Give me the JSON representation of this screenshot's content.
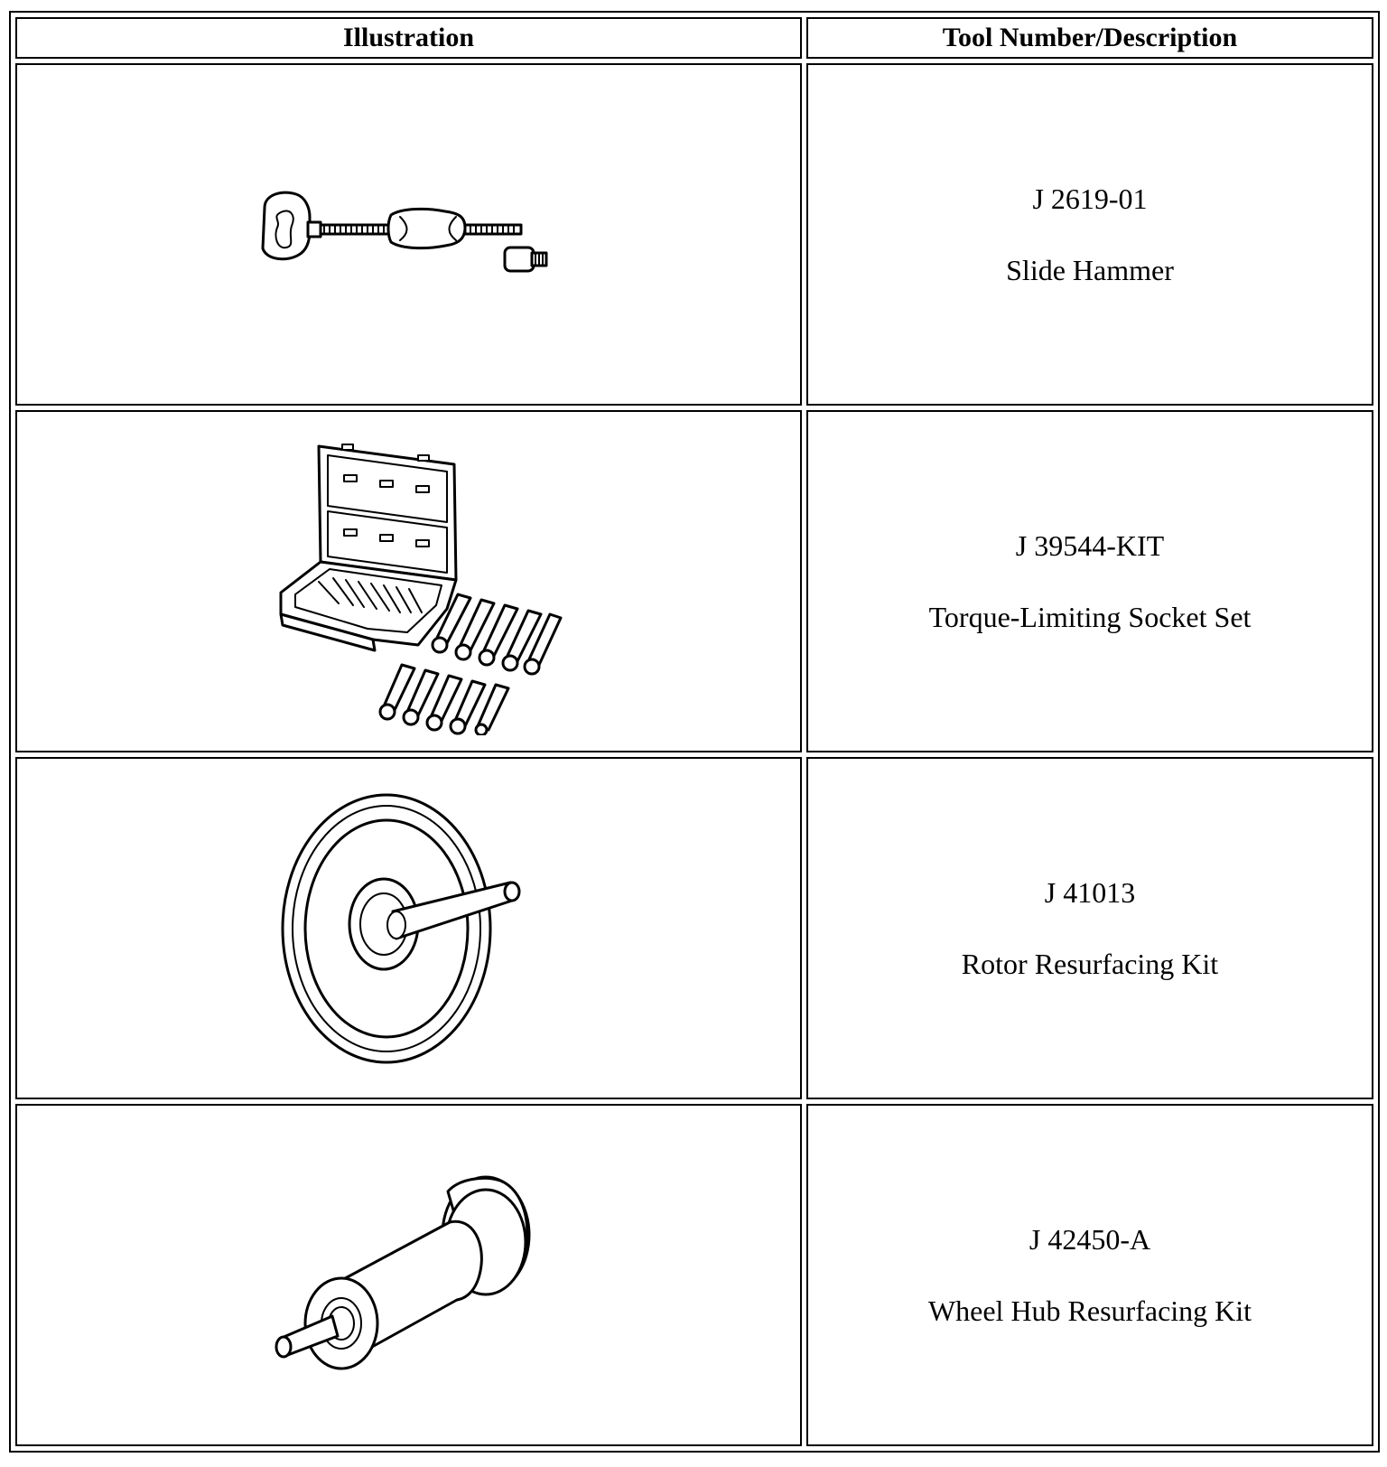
{
  "table": {
    "headers": {
      "illustration": "Illustration",
      "tool": "Tool Number/Description"
    },
    "rows": [
      {
        "tool_number": "J 2619-01",
        "description": "Slide Hammer",
        "icon": "slide-hammer-icon"
      },
      {
        "tool_number": "J 39544-KIT",
        "description": "Torque-Limiting Socket Set",
        "icon": "socket-set-icon"
      },
      {
        "tool_number": "J 41013",
        "description": "Rotor Resurfacing Kit",
        "icon": "rotor-resurfacing-icon"
      },
      {
        "tool_number": "J 42450-A",
        "description": "Wheel Hub Resurfacing Kit",
        "icon": "wheel-hub-resurfacing-icon"
      }
    ]
  }
}
